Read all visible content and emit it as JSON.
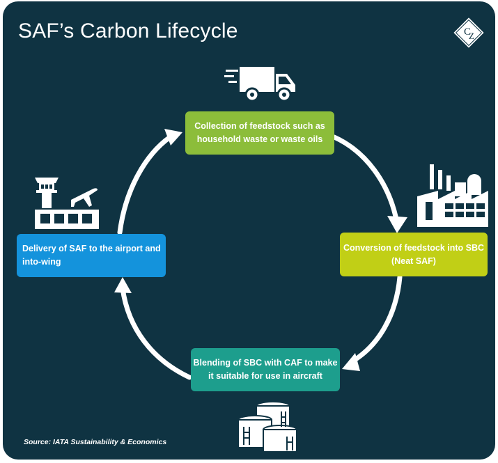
{
  "title": "SAF’s Carbon Lifecycle",
  "logo_icon": "cz-diamond-logo",
  "colors": {
    "background": "#0f3342",
    "step_collection": "#8cbd3a",
    "step_conversion": "#c1cf16",
    "step_blending": "#1d9e8d",
    "step_delivery": "#1493dc",
    "arrow": "#ffffff"
  },
  "steps": [
    {
      "line1": "Collection of feedstock such as",
      "line2": "household waste or waste oils",
      "icon": "delivery-truck-icon"
    },
    {
      "line1": "Conversion of feedstock into SBC",
      "line2": "(Neat SAF)",
      "icon": "factory-icon"
    },
    {
      "line1": "Blending of SBC with CAF to make",
      "line2": "it suitable for use in aircraft",
      "icon": "storage-tanks-icon"
    },
    {
      "line1": "Delivery of SAF to the airport and",
      "line2": "into-wing",
      "icon": "airport-tower-plane-icon"
    }
  ],
  "source": "Source: IATA Sustainability & Economics"
}
